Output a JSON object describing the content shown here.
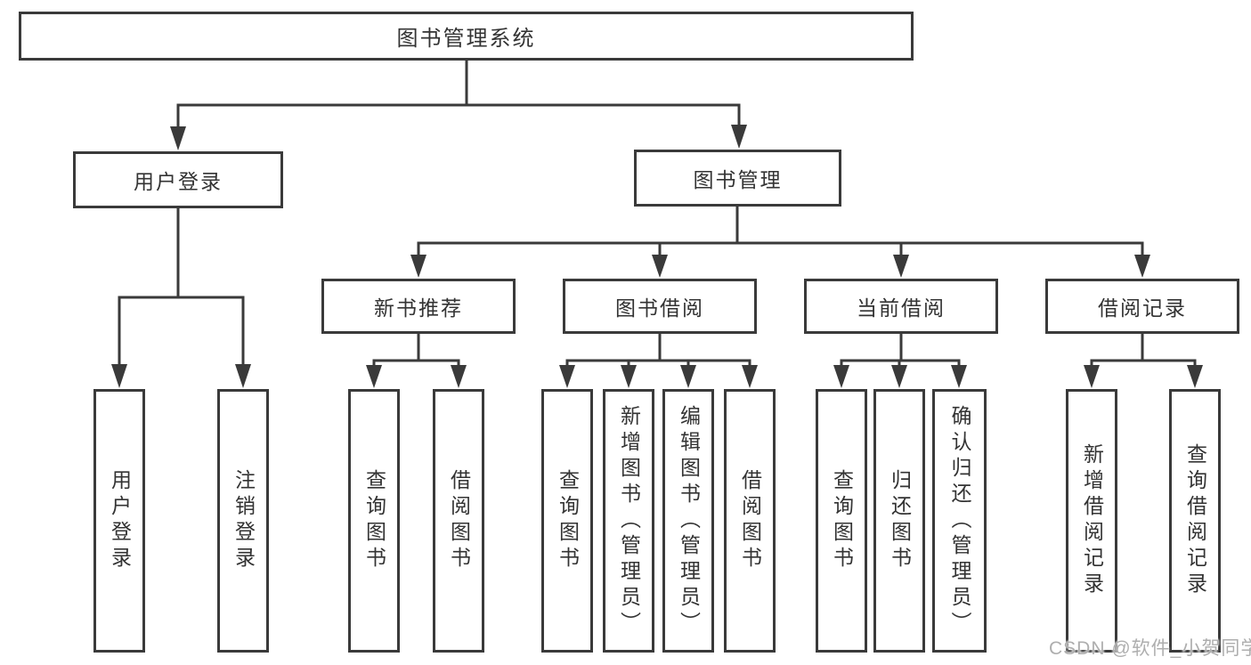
{
  "colors": {
    "line": "#3a3a3a",
    "box_border": "#3a3a3a",
    "text": "#333333",
    "watermark": "#aeaeae",
    "background": "#ffffff"
  },
  "root": {
    "label": "图书管理系统",
    "children": [
      {
        "label": "用户登录",
        "children": [
          {
            "label": "用户登录"
          },
          {
            "label": "注销登录"
          }
        ]
      },
      {
        "label": "图书管理",
        "children": [
          {
            "label": "新书推荐",
            "children": [
              {
                "label": "查询图书"
              },
              {
                "label": "借阅图书"
              }
            ]
          },
          {
            "label": "图书借阅",
            "children": [
              {
                "label": "查询图书"
              },
              {
                "label": "新增图书（管理员）"
              },
              {
                "label": "编辑图书（管理员）"
              },
              {
                "label": "借阅图书"
              }
            ]
          },
          {
            "label": "当前借阅",
            "children": [
              {
                "label": "查询图书"
              },
              {
                "label": "归还图书"
              },
              {
                "label": "确认归还（管理员）"
              }
            ]
          },
          {
            "label": "借阅记录",
            "children": [
              {
                "label": "新增借阅记录"
              },
              {
                "label": "查询借阅记录"
              }
            ]
          }
        ]
      }
    ]
  },
  "watermark": {
    "text": "CSDN @软件_小贺同学"
  }
}
